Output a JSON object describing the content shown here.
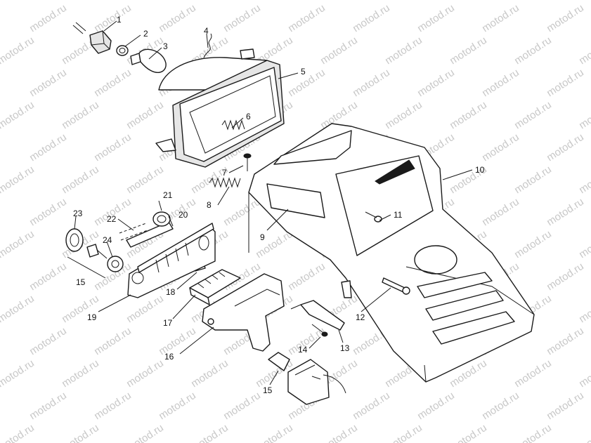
{
  "watermark_text": "motod.ru",
  "callouts": [
    "1",
    "2",
    "3",
    "4",
    "5",
    "6",
    "7",
    "8",
    "9",
    "10",
    "11",
    "12",
    "13",
    "14",
    "15",
    "16",
    "17",
    "18",
    "19",
    "20",
    "21",
    "22",
    "23",
    "24",
    "15"
  ]
}
